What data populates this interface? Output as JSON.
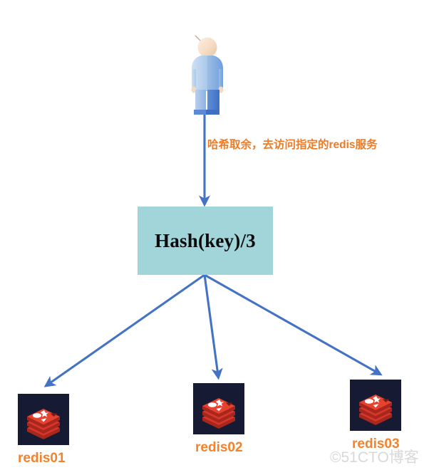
{
  "diagram": {
    "annotation": "哈希取余，去访问指定的redis服务",
    "hash_box": {
      "label": "Hash(key)/3",
      "fill_color": "#a2d5d9"
    },
    "actor": {
      "name": "user-figure"
    },
    "arrow_color": "#4472c4",
    "accent_color": "#f5822a",
    "nodes": [
      {
        "label": "redis01",
        "icon": "redis-logo-icon"
      },
      {
        "label": "redis02",
        "icon": "redis-logo-icon"
      },
      {
        "label": "redis03",
        "icon": "redis-logo-icon"
      }
    ],
    "watermark": "©51CTO博客"
  }
}
